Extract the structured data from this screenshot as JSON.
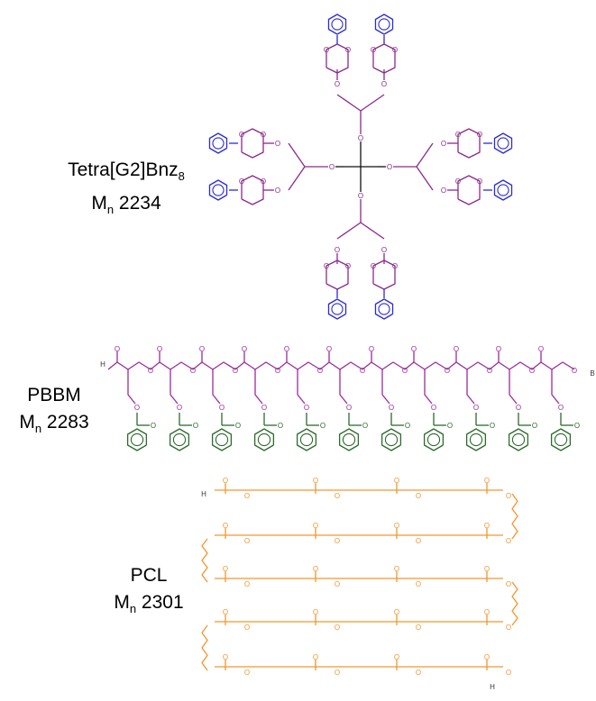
{
  "molecules": [
    {
      "id": "tetra",
      "name": "Tetra[G2]Bnz",
      "name_subscript": "8",
      "mn_symbol": "M",
      "mn_subscript": "n",
      "mn_value": "2234",
      "colors": {
        "core": "#111111",
        "inner": "#8b2a8b",
        "terminal": "#2b2bd6"
      }
    },
    {
      "id": "pbbm",
      "name": "PBBM",
      "mn_symbol": "M",
      "mn_subscript": "n",
      "mn_value": "2283",
      "repeat_units": 11,
      "end_left": "H",
      "end_right": "B",
      "colors": {
        "backbone": "#9c2b9c",
        "pendant": "#2d6a2d"
      }
    },
    {
      "id": "pcl",
      "name": "PCL",
      "mn_symbol": "M",
      "mn_subscript": "n",
      "mn_value": "2301",
      "end_left": "H",
      "end_right": "H",
      "colors": {
        "chain": "#f2962e"
      }
    }
  ]
}
